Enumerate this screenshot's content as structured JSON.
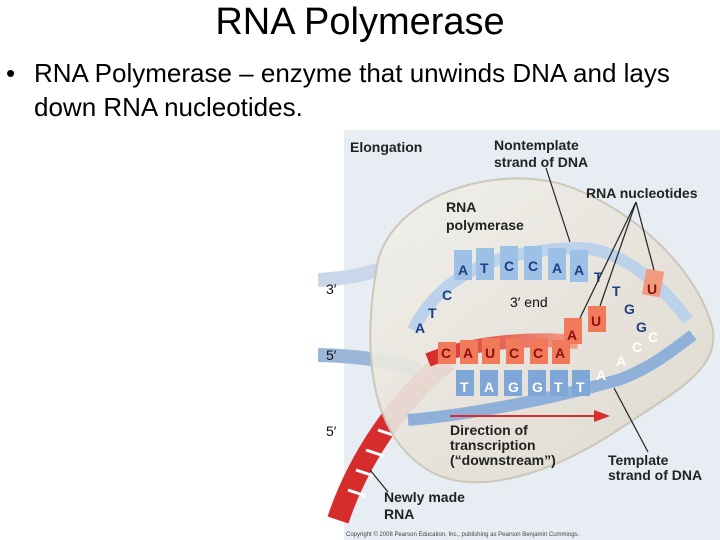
{
  "slide": {
    "title": "RNA Polymerase",
    "bullet": "RNA Polymerase – enzyme that unwinds DNA and lays down RNA nucleotides."
  },
  "figure": {
    "panel_label": "Elongation",
    "labels": {
      "nontemplate_line1": "Nontemplate",
      "nontemplate_line2": "strand of DNA",
      "rna_nucleotides": "RNA nucleotides",
      "rna_pol_line1": "RNA",
      "rna_pol_line2": "polymerase",
      "three_prime_end": "3′ end",
      "direction_line1": "Direction of",
      "direction_line2": "transcription",
      "direction_line3": "(“downstream”)",
      "template_line1": "Template",
      "template_line2": "strand of DNA",
      "newly_line1": "Newly made",
      "newly_line2": "RNA",
      "strand_3": "3′",
      "strand_5a": "5′",
      "strand_5b": "5′"
    },
    "nontemplate_bases": [
      "A",
      "T",
      "C",
      "C",
      "A",
      "A"
    ],
    "rna_bases": [
      "C",
      "A",
      "U",
      "C",
      "C",
      "A"
    ],
    "template_bases": [
      "T",
      "A",
      "G",
      "G",
      "T",
      "T"
    ],
    "left_bases": [
      "A",
      "T",
      "C"
    ],
    "right_top_bases": [
      "T",
      "T",
      "G",
      "G"
    ],
    "right_bottom_bases": [
      "A",
      "A",
      "C",
      "C"
    ],
    "free_nucleotides": [
      "U",
      "U",
      "A"
    ],
    "copyright": "Copyright © 2008 Pearson Education, Inc., publishing as Pearson Benjamin Cummings."
  }
}
